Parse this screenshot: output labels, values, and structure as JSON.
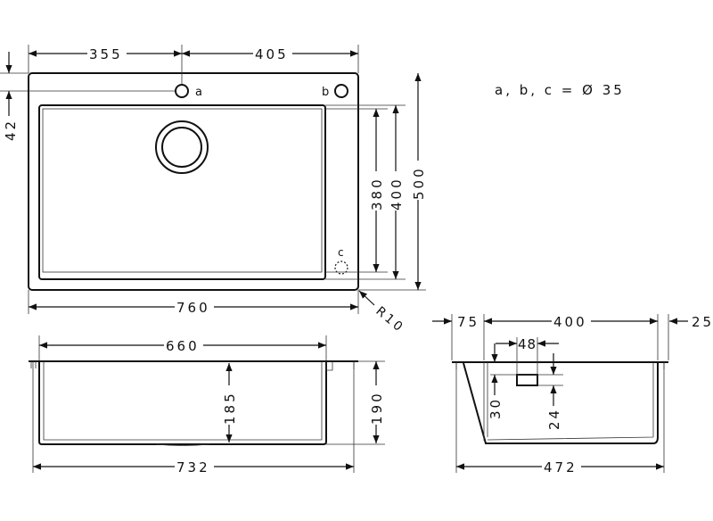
{
  "note": "a, b, c = Ø 35",
  "top_view": {
    "dims": {
      "d355": "355",
      "d405": "405",
      "d42": "42",
      "d380": "380",
      "d400": "400",
      "d500": "500",
      "d760": "760",
      "r10": "R10"
    },
    "labels": {
      "a": "a",
      "b": "b",
      "c": "c"
    }
  },
  "front_view": {
    "dims": {
      "d660": "660",
      "d185": "185",
      "d190": "190",
      "d732": "732"
    }
  },
  "side_view": {
    "dims": {
      "d75": "75",
      "d400": "400",
      "d25": "25",
      "d48": "48",
      "d30": "30",
      "d24": "24",
      "d472": "472"
    }
  }
}
